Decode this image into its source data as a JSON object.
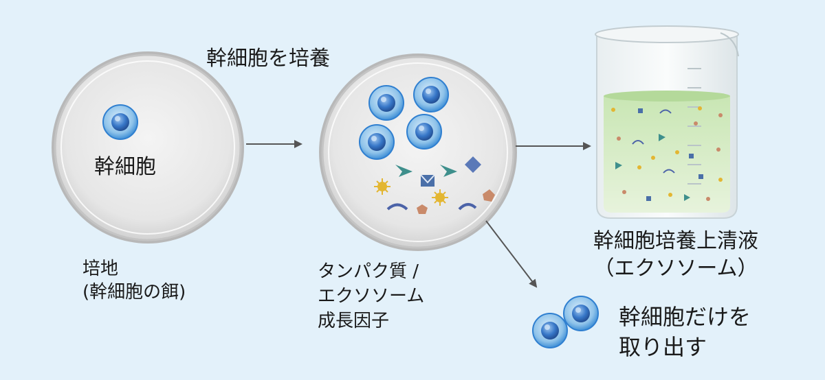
{
  "diagram": {
    "title": "幹細胞を培養",
    "dish1": {
      "cell_label": "幹細胞",
      "caption_lines": [
        "培地",
        "(幹細胞の餌)"
      ]
    },
    "dish2": {
      "caption_lines": [
        "タンパク質 /",
        "エクソソーム",
        "成長因子"
      ]
    },
    "beaker": {
      "caption_lines": [
        "幹細胞培養上清液",
        "（エクソソーム）"
      ]
    },
    "isolate": {
      "caption_lines": [
        "幹細胞だけを",
        "取り出す"
      ]
    },
    "colors": {
      "background": "#e3f1fa",
      "cell_blue": "#2f7fd0",
      "arrow": "#555555",
      "liquid_green": "#bfe0a8"
    }
  }
}
